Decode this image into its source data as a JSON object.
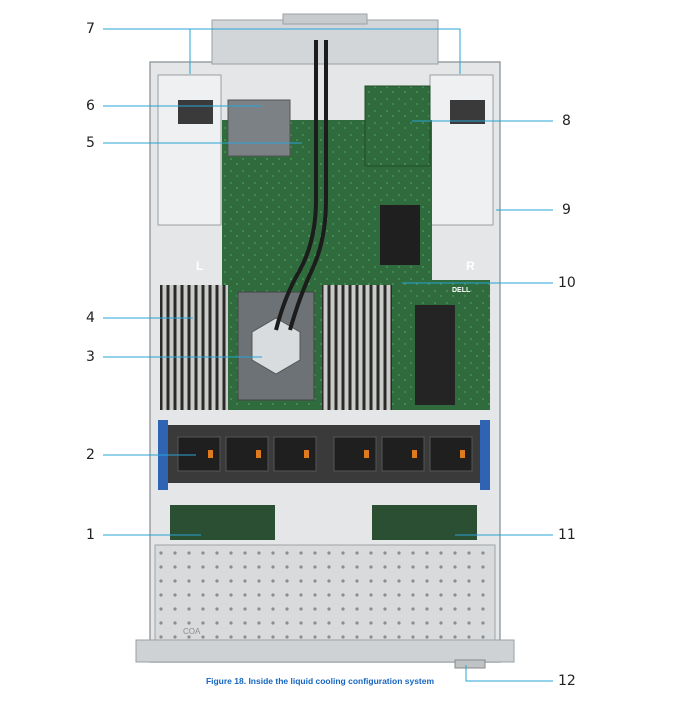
{
  "figure": {
    "caption": "Figure 18. Inside the liquid cooling configuration system",
    "accent_color": "#29a3d6",
    "callout_labels": [
      "1",
      "2",
      "3",
      "4",
      "5",
      "6",
      "7",
      "8",
      "9",
      "10",
      "11",
      "12"
    ],
    "silkscreen": {
      "left_psu_letter": "L",
      "right_psu_letter": "R",
      "brand": "DELL",
      "front_mark": "COA"
    }
  }
}
